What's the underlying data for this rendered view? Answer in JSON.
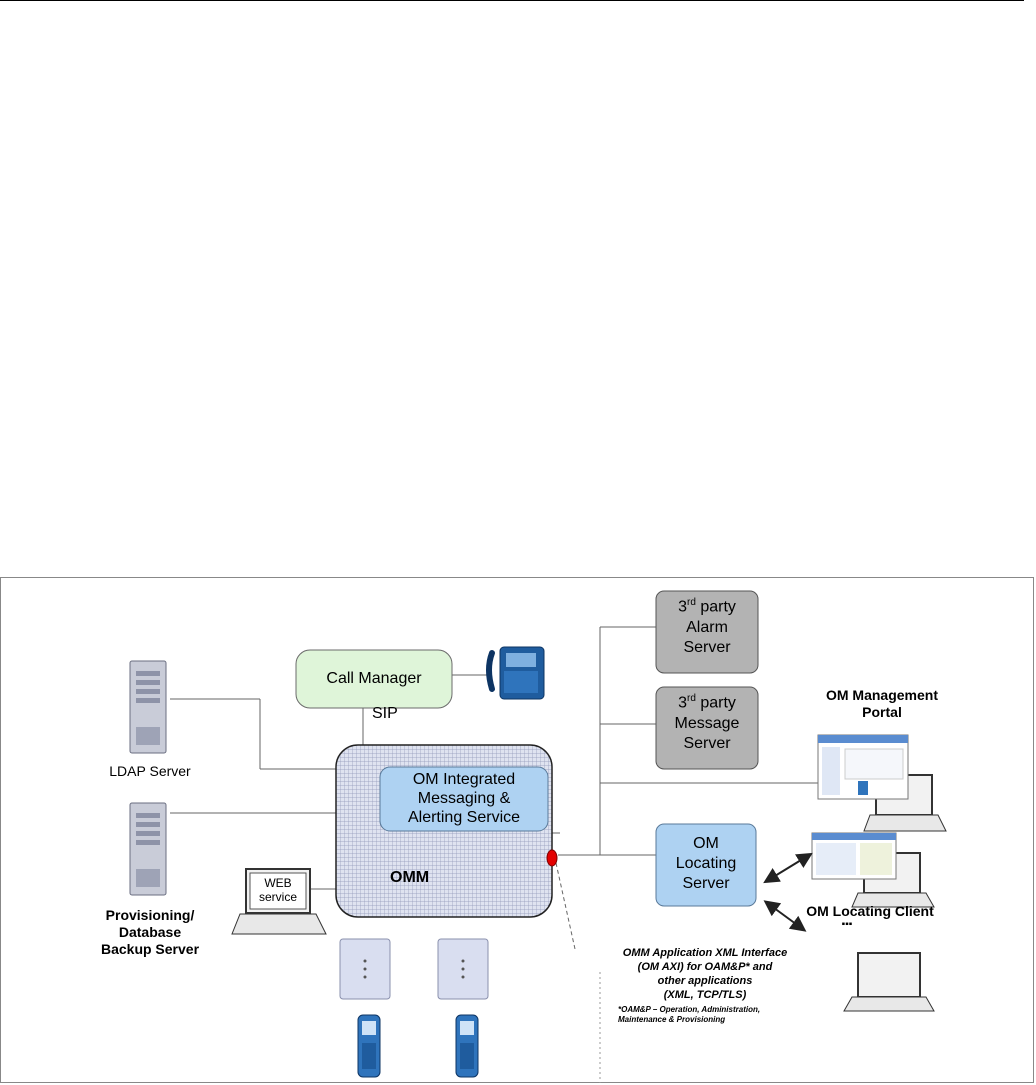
{
  "diagram": {
    "call_manager": "Call Manager",
    "sip": "SIP",
    "ldap_server": "LDAP Server",
    "provisioning_line1": "Provisioning/",
    "provisioning_line2": "Database",
    "provisioning_line3": "Backup Server",
    "web_service_line1": "WEB",
    "web_service_line2": "service",
    "omm": "OMM",
    "messaging_line1": "OM Integrated",
    "messaging_line2": "Messaging &",
    "messaging_line3": "Alerting Service",
    "alarm_line1_num": "3",
    "alarm_line1_sup": "rd",
    "alarm_line1_rest": " party",
    "alarm_line2": "Alarm",
    "alarm_line3": "Server",
    "message_line1_num": "3",
    "message_line1_sup": "rd",
    "message_line1_rest": " party",
    "message_line2": "Message",
    "message_line3": "Server",
    "portal_line1": "OM Management",
    "portal_line2": "Portal",
    "locating_line1": "OM",
    "locating_line2": "Locating",
    "locating_line3": "Server",
    "locating_client": "OM Locating Client",
    "ellipsis": "▪▪▪",
    "axi_line1": "OMM Application XML Interface",
    "axi_line2": "(OM AXI) for OAM&P* and",
    "axi_line3": "other applications",
    "axi_line4": "(XML, TCP/TLS)",
    "axi_note1": "*OAM&P – Operation, Administration,",
    "axi_note2": "Maintenance & Provisioning"
  },
  "colors": {
    "green_box": "#dff5d9",
    "blue_box": "#aed2f2",
    "gray_box": "#b3b3b3",
    "omm_fill": "#c8cfe3",
    "red_dot": "#e30000"
  }
}
